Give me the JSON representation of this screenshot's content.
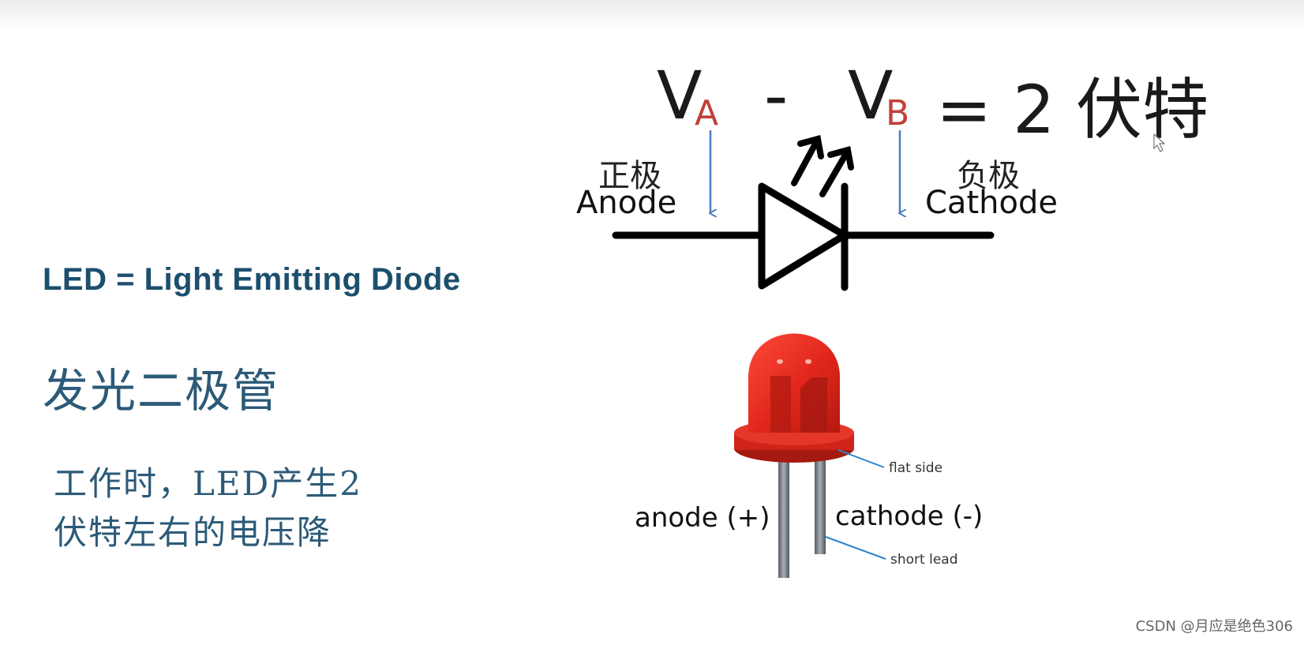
{
  "page": {
    "title": "LED = Light Emitting Diode",
    "chinese_name": "发光二极管",
    "note_line1": "工作时，LED产生2",
    "note_line2": "伏特左右的电压降"
  },
  "equation": {
    "va": "V",
    "va_sub": "A",
    "minus": "-",
    "vb": "V",
    "vb_sub": "B",
    "rhs": "= 2 伏特"
  },
  "symbol": {
    "anode_cn": "正极",
    "anode_en": "Anode",
    "cathode_cn": "负极",
    "cathode_en": "Cathode"
  },
  "led_photo": {
    "anode_label": "anode (+)",
    "cathode_label": "cathode (-)",
    "flat_side": "flat side",
    "short_lead": "short lead"
  },
  "credit": "CSDN @月应是绝色306",
  "colors": {
    "title": "#1c4f6e",
    "subscript": "#c0413a",
    "arrow": "#4a7fc0",
    "led_red": "#d8261a"
  }
}
